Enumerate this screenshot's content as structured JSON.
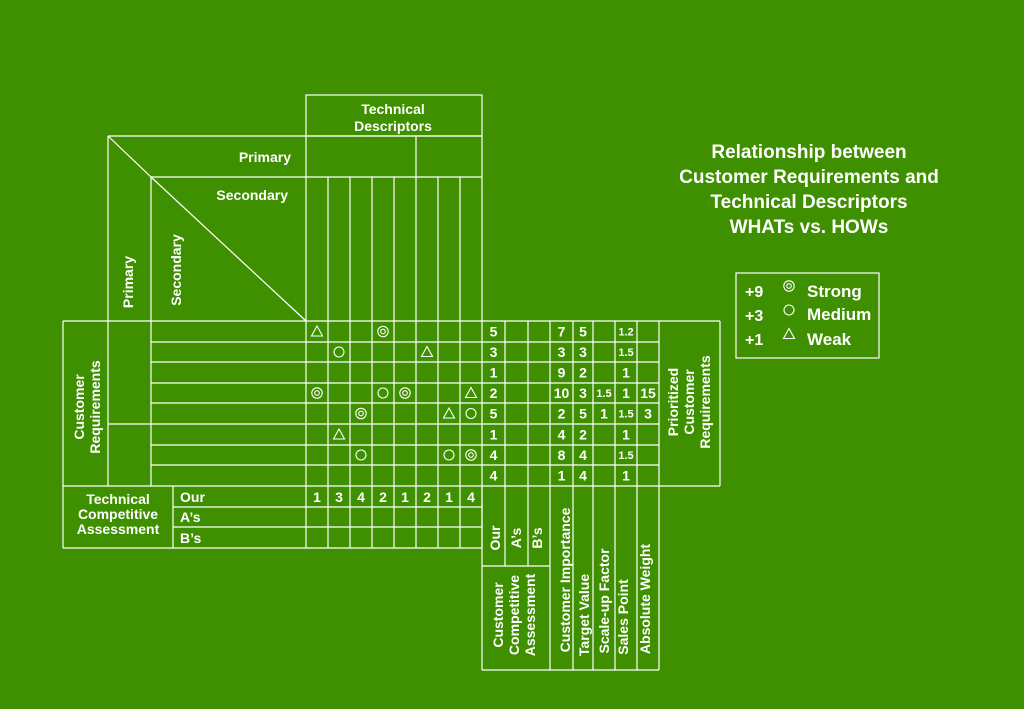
{
  "title_lines": [
    "Relationship between",
    "Customer Requirements and",
    "Technical Descriptors",
    "WHATs vs. HOWs"
  ],
  "labels": {
    "technical_descriptors": [
      "Technical",
      "Descriptors"
    ],
    "primary": "Primary",
    "secondary": "Secondary",
    "customer_requirements": [
      "Customer",
      "Requirements"
    ],
    "prioritized_customer_requirements": [
      "Prioritized",
      "Customer",
      "Requirements"
    ],
    "technical_competitive_assessment": [
      "Technical",
      "Competitive",
      "Assessment"
    ],
    "customer_competitive_assessment": [
      "Customer",
      "Competitive",
      "Assessment"
    ]
  },
  "tca_rows": [
    "Our",
    "A’s",
    "B’s"
  ],
  "cca_columns": [
    "Our",
    "A’s",
    "B’s"
  ],
  "priority_columns": [
    "Customer Importance",
    "Target Value",
    "Scale-up Factor",
    "Sales Point",
    "Absolute Weight"
  ],
  "legend": [
    {
      "value": "+9",
      "symbol": "strong",
      "label": "Strong"
    },
    {
      "value": "+3",
      "symbol": "medium",
      "label": "Medium"
    },
    {
      "value": "+1",
      "symbol": "weak",
      "label": "Weak"
    }
  ],
  "relationships": [
    [
      "weak",
      "",
      "",
      "strong",
      "",
      "",
      "",
      ""
    ],
    [
      "",
      "medium",
      "",
      "",
      "",
      "weak",
      "",
      ""
    ],
    [
      "",
      "",
      "",
      "",
      "",
      "",
      "",
      ""
    ],
    [
      "strong",
      "",
      "",
      "medium",
      "strong",
      "",
      "",
      "weak"
    ],
    [
      "",
      "",
      "strong",
      "",
      "",
      "",
      "weak",
      "medium"
    ],
    [
      "",
      "weak",
      "",
      "",
      "",
      "",
      "",
      ""
    ],
    [
      "",
      "",
      "medium",
      "",
      "",
      "",
      "medium",
      "strong"
    ]
  ],
  "customer_assessment_our": [
    "5",
    "3",
    "1",
    "2",
    "5",
    "1",
    "4",
    "4"
  ],
  "priority_values": [
    [
      "7",
      "5",
      "",
      "1.2",
      ""
    ],
    [
      "3",
      "3",
      "",
      "1.5",
      ""
    ],
    [
      "9",
      "2",
      "",
      "1",
      ""
    ],
    [
      "10",
      "3",
      "1.5",
      "1",
      "15"
    ],
    [
      "2",
      "5",
      "1",
      "1.5",
      "3"
    ],
    [
      "4",
      "2",
      "",
      "1",
      ""
    ],
    [
      "8",
      "4",
      "",
      "1.5",
      ""
    ],
    [
      "1",
      "4",
      "",
      "1",
      ""
    ]
  ],
  "technical_assessment_our": [
    "1",
    "3",
    "4",
    "2",
    "1",
    "2",
    "1",
    "4"
  ]
}
